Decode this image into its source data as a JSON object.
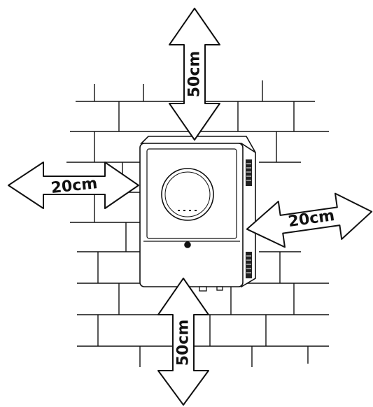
{
  "diagram": {
    "labels": {
      "top": "50cm",
      "bottom": "50cm",
      "left": "20cm",
      "right": "20cm"
    },
    "colors": {
      "stroke": "#111111",
      "arrow_fill": "#ffffff",
      "device_body": "#ffffff",
      "vent": "#222222"
    },
    "icons": {
      "device": "wall-mounted-inverter",
      "arrows": "double-headed-arrow"
    }
  }
}
